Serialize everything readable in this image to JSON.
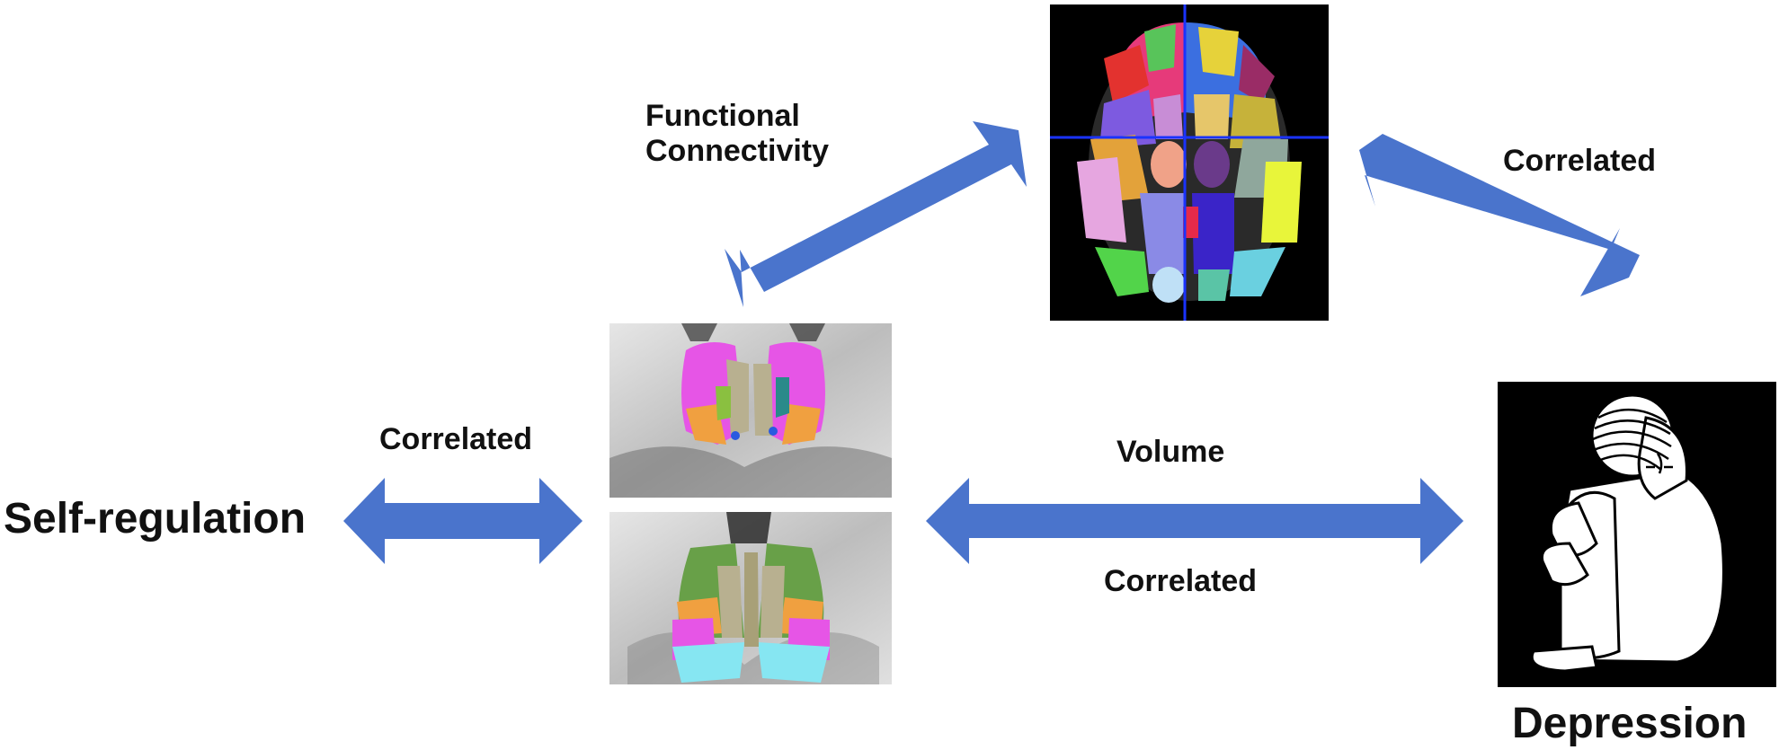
{
  "colors": {
    "arrow": "#4a74cc",
    "text": "#111111",
    "background": "#ffffff"
  },
  "labels": {
    "functional_connectivity": "Functional\nConnectivity",
    "correlated_top_right": "Correlated",
    "correlated_left": "Correlated",
    "self_regulation": "Self-regulation",
    "volume": "Volume",
    "correlated_bottom": "Correlated",
    "depression": "Depression"
  },
  "images": {
    "axial_brain": "axial-atlas-image",
    "thalamus_top": "thalamus-coronal-image",
    "thalamus_bottom": "thalamus-axial-image",
    "depression_figure": "depressed-figure-image"
  },
  "icons": {
    "arrows": [
      "double-arrow-icon"
    ]
  }
}
